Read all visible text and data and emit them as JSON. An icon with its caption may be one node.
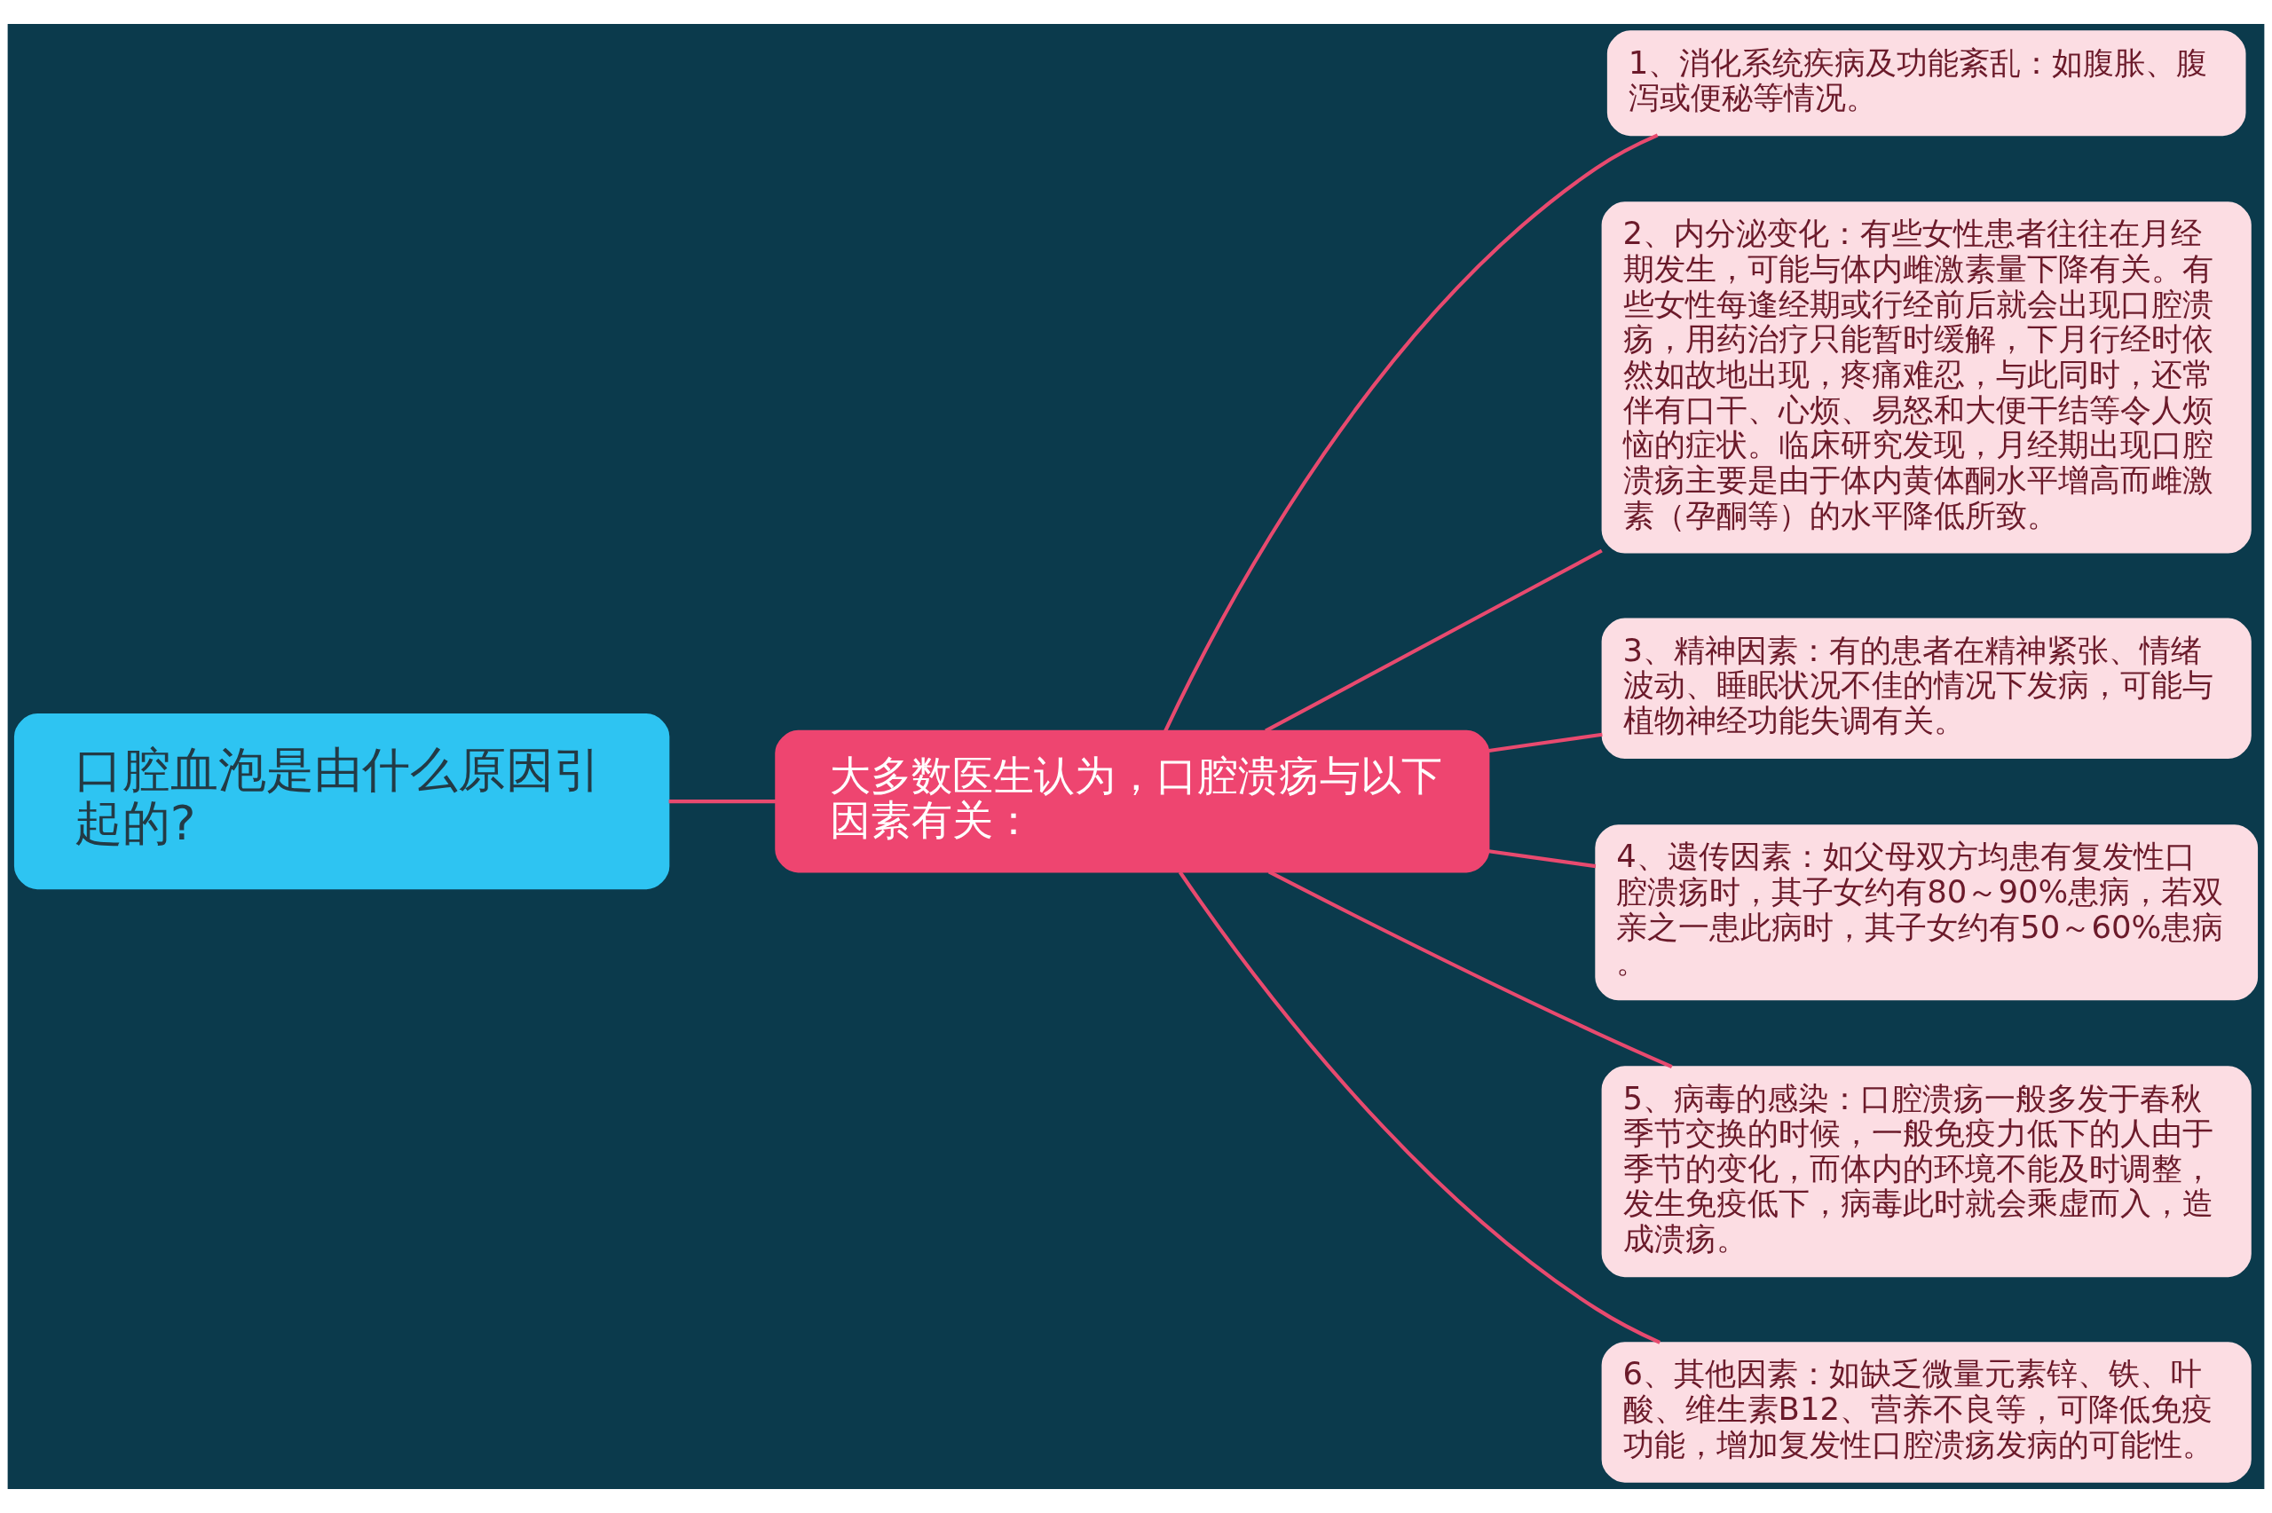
{
  "diagram": {
    "nodes": [
      {
        "text": [
          "口腔血泡是由什么原因引起的?"
        ]
      },
      {
        "text": [
          "大多数医生认为，口腔溃疡与以下因素有关："
        ]
      },
      {
        "text": [
          "1、消化系统疾病及功能紊乱：如腹胀、腹泻或便秘等情况。"
        ]
      },
      {
        "text": [
          "2、内分泌变化：有些女性患者往往在月经期发生，可能与体内雌激素量下降有关。有些女性每逢经期或行经前后就会出现口腔溃疡，用药治疗只能暂时缓解，下月行经时依然如故地出现，疼痛难忍，与此同时，还常伴有口干、心烦、易怒和大便干结等令人烦恼的症状。临床研究发现，月经期出现口腔溃疡主要是由于体内黄体酮水平增高而雌激素（孕酮等）的水平降低所致。"
        ]
      },
      {
        "text": [
          "3、精神因素：有的患者在精神紧张、情绪波动、睡眠状况不佳的情况下发病，可能与植物神经功能失调有关。"
        ]
      },
      {
        "text": [
          "4、遗传因素：如父母双方均患有复发性口腔溃疡时，其子女约有80～90%患病，若双亲之一患此病时，其子女约有50～60%患病。"
        ]
      },
      {
        "text": [
          "5、病毒的感染：口腔溃疡一般多发于春秋季节交换的时候，一般免疫力低下的人由于季节的变化，而体内的环境不能及时调整，发生免疫低下，病毒此时就会乘虚而入，造成溃疡。"
        ]
      },
      {
        "text": [
          "6、其他因素：如缺乏微量元素锌、铁、叶酸、维生素B12、营养不良等，可降低免疫功能，增加复发性口腔溃疡发病的可能性。"
        ]
      }
    ],
    "edges": [
      {
        "from": 0,
        "to": 1,
        "arrow": "none"
      },
      {
        "from": 1,
        "to": 2,
        "arrow": "none"
      },
      {
        "from": 1,
        "to": 3,
        "arrow": "none"
      },
      {
        "from": 1,
        "to": 4,
        "arrow": "none"
      },
      {
        "from": 1,
        "to": 5,
        "arrow": "none"
      },
      {
        "from": 1,
        "to": 6,
        "arrow": "none"
      },
      {
        "from": 1,
        "to": 7,
        "arrow": "none"
      }
    ]
  }
}
